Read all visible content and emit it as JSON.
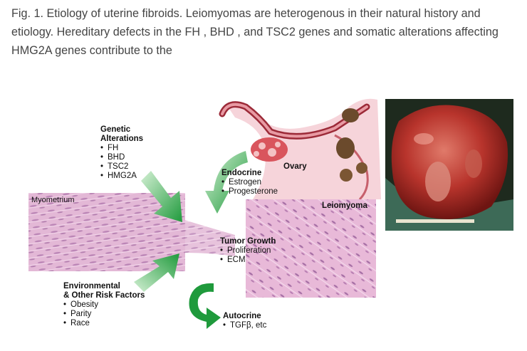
{
  "caption": "Fig. 1. Etiology of uterine fibroids. Leiomyomas are heterogenous in their natural history and etiology. Hereditary defects in the FH , BHD , and TSC2 genes and somatic alterations affecting HMG2A genes contribute to the",
  "figure": {
    "genetic": {
      "title_line1": "Genetic",
      "title_line2": "Alterations",
      "items": [
        "FH",
        "BHD",
        "TSC2",
        "HMG2A"
      ]
    },
    "endocrine": {
      "title": "Endocrine",
      "items": [
        "Estrogen",
        "Progesterone"
      ]
    },
    "ovary": "Ovary",
    "myometrium": "Myometrium",
    "leiomyoma": "Leiomyoma",
    "tumor_growth": {
      "title": "Tumor Growth",
      "items": [
        "Proliferation",
        "ECM"
      ]
    },
    "environmental": {
      "title_line1": "Environmental",
      "title_line2": "& Other Risk Factors",
      "items": [
        "Obesity",
        "Parity",
        "Race"
      ]
    },
    "autocrine": {
      "title": "Autocrine",
      "items": [
        "TGFβ, etc"
      ]
    }
  }
}
